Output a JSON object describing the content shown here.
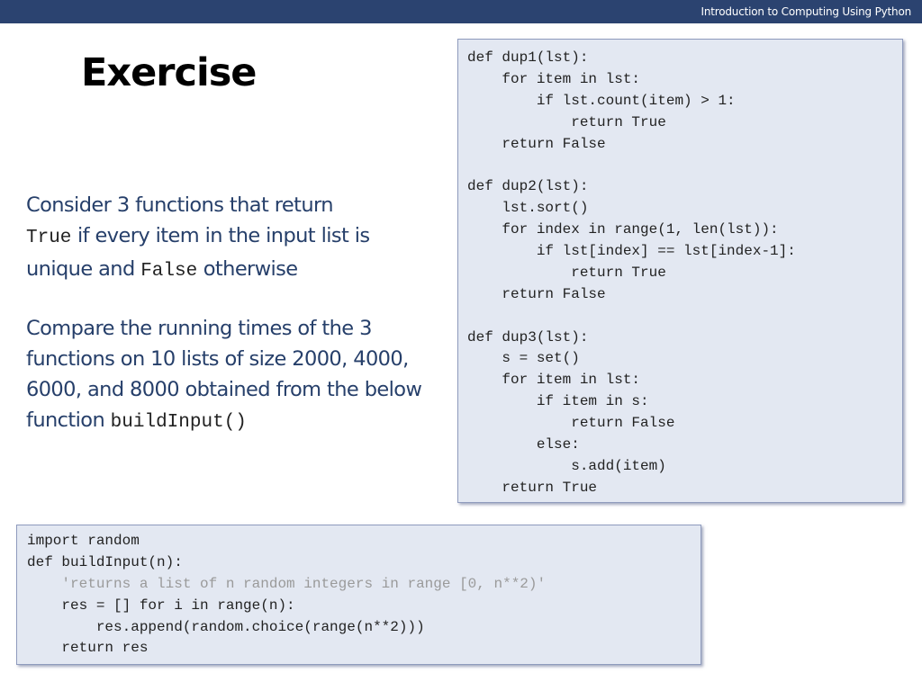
{
  "header": {
    "course_title": "Introduction to Computing Using Python",
    "background_color": "#2b4370"
  },
  "slide": {
    "title": "Exercise",
    "paragraph1": {
      "part1": "Consider 3 functions that return",
      "code_true": "True",
      "part2": " if every item in the input list is unique and ",
      "code_false": "False",
      "part3": " otherwise"
    },
    "paragraph2": {
      "text": " Compare the running times of the 3 functions on 10 lists of size 2000, 4000, 6000, and 8000 obtained from the below function ",
      "code_func": "buildInput()"
    },
    "text_color": "#263f6a"
  },
  "code_right": {
    "lines": [
      "def dup1(lst):",
      "    for item in lst:",
      "        if lst.count(item) > 1:",
      "            return True",
      "    return False",
      "",
      "def dup2(lst):",
      "    lst.sort()",
      "    for index in range(1, len(lst)):",
      "        if lst[index] == lst[index-1]:",
      "            return True",
      "    return False",
      "",
      "def dup3(lst):",
      "    s = set()",
      "    for item in lst:",
      "        if item in s:",
      "            return False",
      "        else:",
      "            s.add(item)",
      "    return True"
    ]
  },
  "code_bottom": {
    "lines": [
      "import random",
      "def buildInput(n):",
      "    'returns a list of n random integers in range [0, n**2)'",
      "    res = [] for i in range(n):",
      "        res.append(random.choice(range(n**2)))",
      "    return res"
    ]
  },
  "colors": {
    "code_background": "#e3e8f2",
    "code_border": "#8f9bbd",
    "docstring": "#9a9a9a"
  }
}
